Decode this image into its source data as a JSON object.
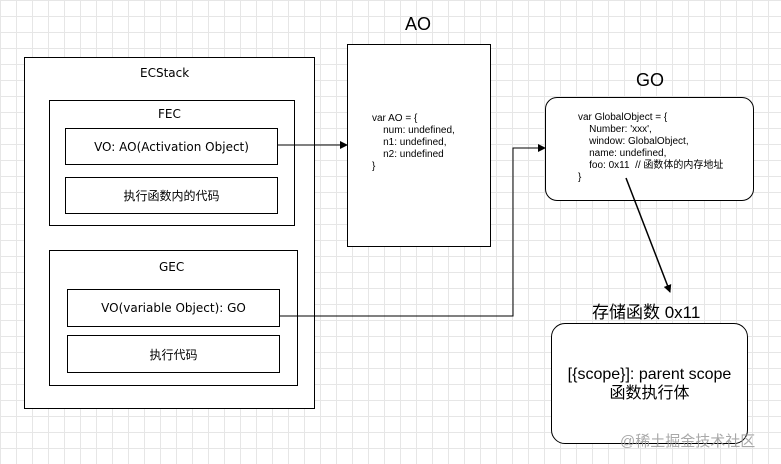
{
  "ecstack": {
    "title": "ECStack",
    "fec": {
      "title": "FEC",
      "vo": "VO: AO(Activation Object)",
      "code": "执行函数内的代码"
    },
    "gec": {
      "title": "GEC",
      "vo": "VO(variable Object): GO",
      "code": "执行代码"
    }
  },
  "ao": {
    "title": "AO",
    "code": "var AO = {\n    num: undefined,\n    n1: undefined,\n    n2: undefined\n}"
  },
  "go": {
    "title": "GO",
    "code": "var GlobalObject = {\n    Number: 'xxx',\n    window: GlobalObject,\n    name: undefined,\n    foo: 0x11  // 函数体的内存地址\n}"
  },
  "func_store": {
    "title": "存储函数 0x11",
    "line1": "[{scope}]: parent scope",
    "line2": "函数执行体"
  },
  "watermark": "@稀土掘金技术社区"
}
